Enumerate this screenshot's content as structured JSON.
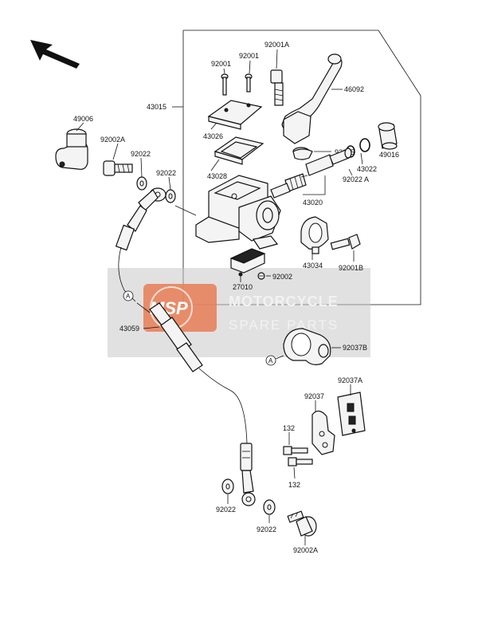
{
  "diagram": {
    "labels": {
      "p49006": "49006",
      "p92002A_top": "92002A",
      "p92022_a": "92022",
      "p92022_b": "92022",
      "p43015": "43015",
      "p92001_a": "92001",
      "p92001_b": "92001",
      "p92001A": "92001A",
      "p46092": "46092",
      "p43026": "43026",
      "p43028": "43028",
      "p92015": "92015",
      "p43022": "43022",
      "p49016": "49016",
      "p92022A": "92022 A",
      "p43020": "43020",
      "p43034": "43034",
      "p92001B": "92001B",
      "p27010": "27010",
      "p92002": "92002",
      "p43059": "43059",
      "p92037B": "92037B",
      "p92037A": "92037A",
      "p92037": "92037",
      "p132_a": "132",
      "p132_b": "132",
      "p92022_c": "92022",
      "p92022_d": "92022",
      "p92002A_bot": "92002A",
      "ref_a1": "A",
      "ref_a2": "A"
    },
    "watermark": {
      "logo": "MSP",
      "line1": "MOTORCYCLE",
      "line2": "SPARE PARTS"
    }
  }
}
